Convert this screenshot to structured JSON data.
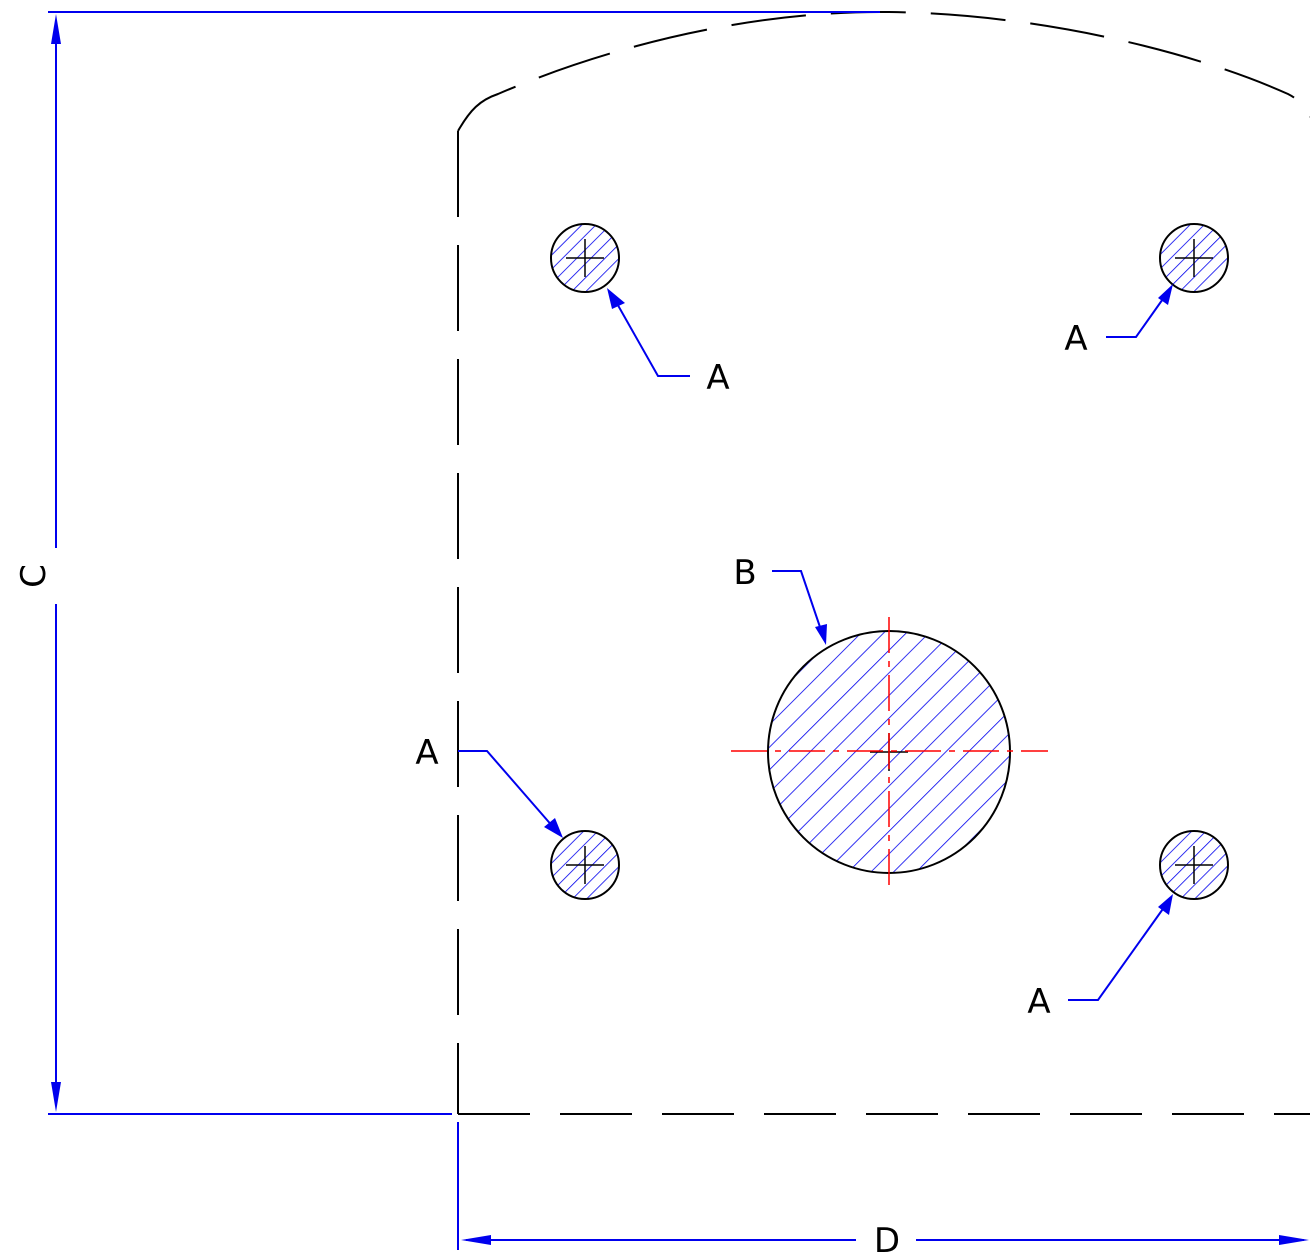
{
  "colors": {
    "dimension": "#0000ee",
    "outline": "#000000",
    "centerline": "#ff0000",
    "hatch": "#0000ee"
  },
  "labels": {
    "hole_small": "A",
    "hole_large": "B",
    "dim_height": "C",
    "dim_width": "D"
  }
}
